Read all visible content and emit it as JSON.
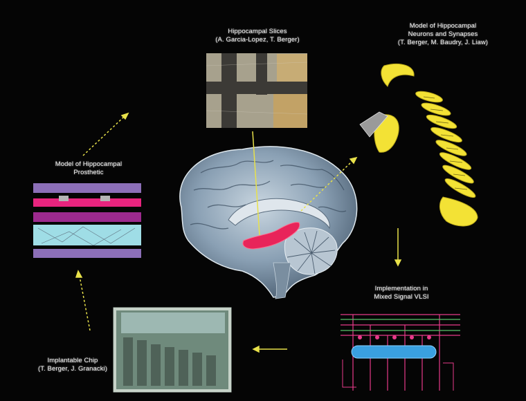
{
  "colors": {
    "background": "#050505",
    "arrow": "#e8e14a",
    "hippocampus": "#e8245a",
    "brain": "#7a93a8",
    "slice_yellow": "#f3e235",
    "label_text": "#f2f2f2"
  },
  "labels": {
    "top_center": [
      "Hippocampal Slices",
      "(A. Garcia-Lopez, T. Berger)"
    ],
    "top_right": [
      "Model of Hippocampal",
      "Neurons and Synapses",
      "(T. Berger, M. Baudry, J. Liaw)"
    ],
    "left": [
      "Model of Hippocampal",
      "Prosthetic"
    ],
    "bottom_right": [
      "Implementation in",
      "Mixed Signal VLSI"
    ],
    "bottom_left": [
      "Implantable Chip",
      "(T. Berger, J. Granacki)"
    ]
  },
  "icons": {
    "brain": "brain-sagittal-icon",
    "hippocampus_highlight": "hippocampus-highlight-icon",
    "slice_photo": "micrograph-icon",
    "slice_stack": "hippocampal-slices-icon",
    "layer_diagram": "prosthetic-layers-icon",
    "vlsi_schematic": "circuit-schematic-icon",
    "chip": "chip-die-icon"
  }
}
